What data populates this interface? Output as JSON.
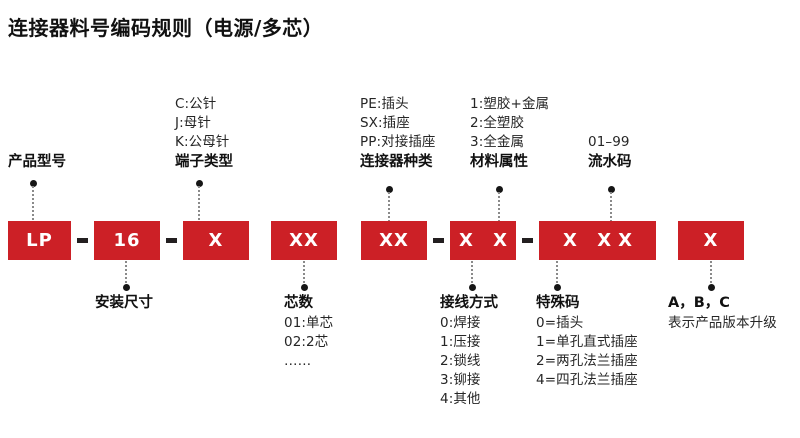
{
  "title": "连接器料号编码规则（电源/多芯）",
  "colors": {
    "box_red": "#CC2026",
    "dash_black": "#231f20",
    "text": "#262626",
    "leader_gray": "#8a8a8a"
  },
  "code_boxes": [
    {
      "id": "product-model",
      "text": "LP"
    },
    {
      "id": "mounting-size",
      "text": "16"
    },
    {
      "id": "terminal-type",
      "text": "X"
    },
    {
      "id": "core-count",
      "text": "XX"
    },
    {
      "id": "connector-kind",
      "text": "XX"
    },
    {
      "id": "material-wiring",
      "text": "X X"
    },
    {
      "id": "special-serial",
      "text": "X XX"
    },
    {
      "id": "version-code",
      "text": "X"
    }
  ],
  "separators": [
    "-",
    "-",
    "-",
    "-"
  ],
  "annotations_top": [
    {
      "id": "product-model",
      "head": "产品型号",
      "options": []
    },
    {
      "id": "terminal-type",
      "head": "端子类型",
      "options": [
        "C:公针",
        "J:母针",
        "K:公母针"
      ]
    },
    {
      "id": "connector-kind",
      "head": "连接器种类",
      "options": [
        "PE:插头",
        "SX:插座",
        "PP:对接插座"
      ]
    },
    {
      "id": "material-attribute",
      "head": "材料属性",
      "options": [
        "1:塑胶+金属",
        "2:全塑胶",
        "3:全金属"
      ]
    },
    {
      "id": "serial-code",
      "head": "流水码",
      "options": [
        "01–99"
      ]
    }
  ],
  "annotations_bottom": [
    {
      "id": "mounting-size",
      "head": "安装尺寸",
      "options": []
    },
    {
      "id": "core-count",
      "head": "芯数",
      "options": [
        "01:单芯",
        "02:2芯",
        "……"
      ]
    },
    {
      "id": "wiring-method",
      "head": "接线方式",
      "options": [
        "0:焊接",
        "1:压接",
        "2:锁线",
        "3:铆接",
        "4:其他"
      ]
    },
    {
      "id": "special-code",
      "head": "特殊码",
      "options": [
        "0=插头",
        "1=单孔直式插座",
        "2=两孔法兰插座",
        "4=四孔法兰插座"
      ]
    },
    {
      "id": "version-upgrade",
      "head": "A，B，C",
      "options": [
        "表示产品版本升级"
      ]
    }
  ]
}
